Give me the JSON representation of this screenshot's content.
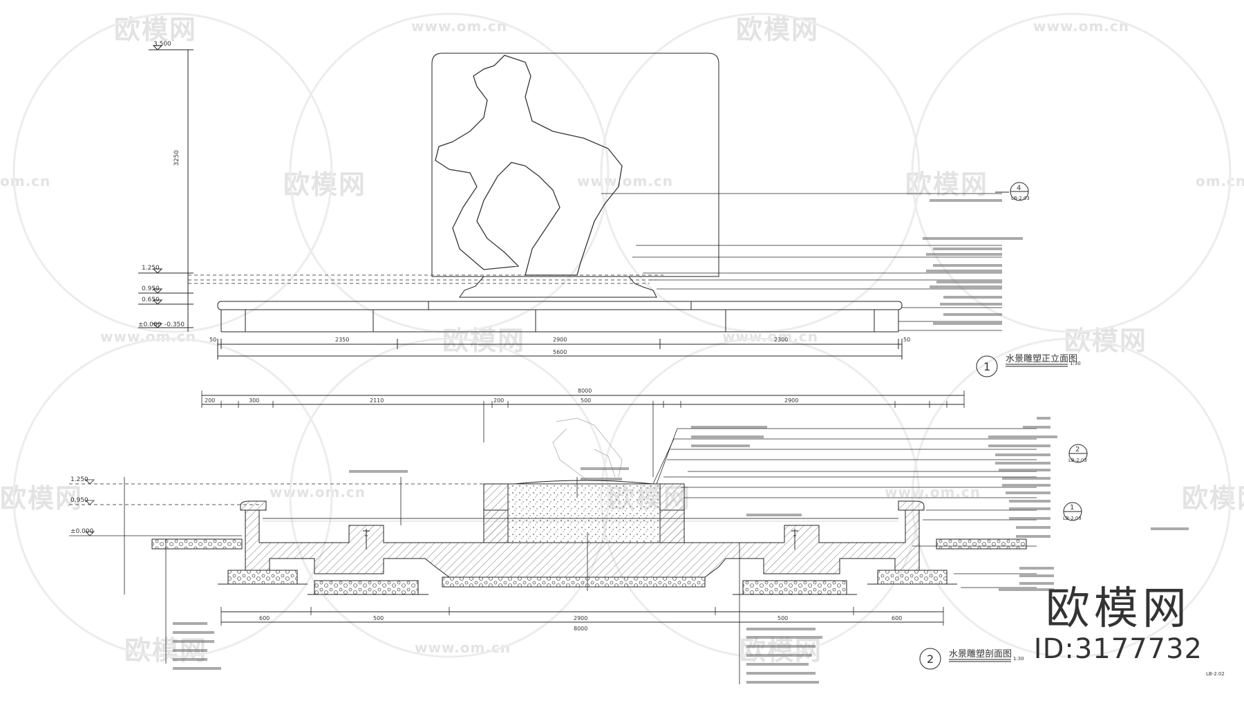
{
  "watermark": {
    "logo_text": "欧模网",
    "url_text": "www.om.cn",
    "url_fragment": "om.cn"
  },
  "brand": {
    "name": "欧模网",
    "id_text": "ID:3177732"
  },
  "elevation": {
    "levels": [
      "3.500",
      "1.250",
      "0.950",
      "0.650",
      "±0.000",
      "-0.350"
    ],
    "total_width": "5600",
    "segments": [
      "50",
      "2350",
      "2900",
      "2300",
      "50"
    ],
    "height_dim": "3250",
    "title_number": "1",
    "title": "水景雕塑正立面图",
    "scale": "1:30",
    "detail_callout": {
      "number": "4",
      "sheet": "LB-2.03"
    }
  },
  "section": {
    "levels": [
      "1.250",
      "0.950",
      "±0.000"
    ],
    "top_dims": [
      "8000",
      "200",
      "300",
      "2110",
      "200",
      "500",
      "2900"
    ],
    "bottom_total": "8000",
    "bottom_dims": [
      "600",
      "500",
      "2900",
      "500",
      "600"
    ],
    "title_number": "2",
    "title": "水景雕塑剖面图",
    "scale": "1:30",
    "callouts": [
      {
        "number": "2",
        "sheet": "LB-2.03"
      },
      {
        "number": "1",
        "sheet": "LB-2.03"
      }
    ]
  },
  "sheet_code": "LB-2.02"
}
